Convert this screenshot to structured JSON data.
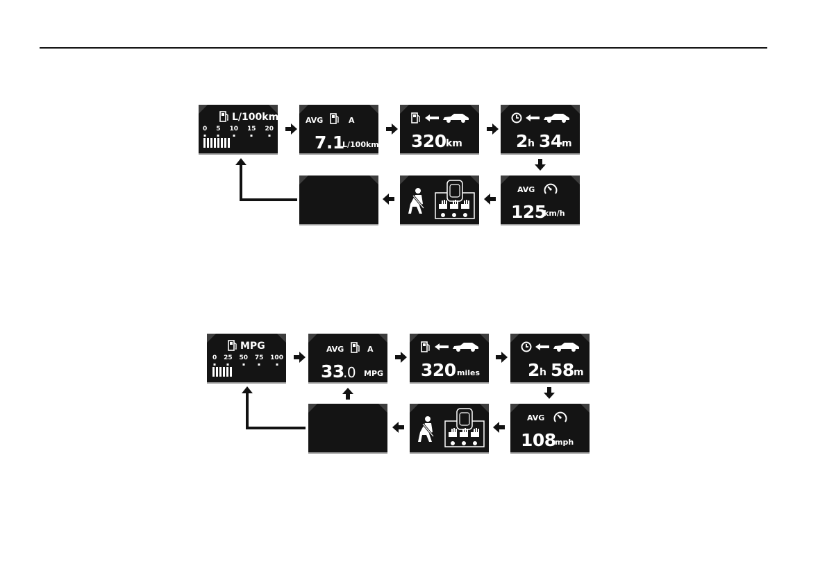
{
  "diagram1": {
    "fuel_econ_unit": "L/100km",
    "scale": [
      "0",
      "5",
      "10",
      "15",
      "20"
    ],
    "avg_label": "AVG",
    "avg_suffix": "A",
    "avg_value": "7.1",
    "avg_unit": "L/100km",
    "range_value": "320",
    "range_unit": "km",
    "time_h": "2",
    "time_h_unit": "h",
    "time_m": "34",
    "time_m_unit": "m",
    "speed_label": "AVG",
    "speed_value": "125",
    "speed_unit": "km/h"
  },
  "diagram2": {
    "fuel_econ_unit": "MPG",
    "scale": [
      "0",
      "25",
      "50",
      "75",
      "100"
    ],
    "avg_label": "AVG",
    "avg_suffix": "A",
    "avg_value_int": "33",
    "avg_value_dec": ".0",
    "avg_unit": "MPG",
    "range_value": "320",
    "range_unit": "miles",
    "time_h": "2",
    "time_h_unit": "h",
    "time_m": "58",
    "time_m_unit": "m",
    "speed_label": "AVG",
    "speed_value": "108",
    "speed_unit": "mph"
  },
  "icons": {
    "fuel_pump": "fuel-pump-icon",
    "arrow_left": "arrow-left-icon",
    "car": "car-icon",
    "clock": "clock-icon",
    "speedometer": "speedometer-icon",
    "seatbelt": "seatbelt-icon",
    "seats": "seat-occupancy-icon"
  },
  "colors": {
    "panel_bg": "#141414",
    "panel_corner": "#3d3d3d",
    "panel_border": "#9a9a9a",
    "arrow": "#111111"
  }
}
